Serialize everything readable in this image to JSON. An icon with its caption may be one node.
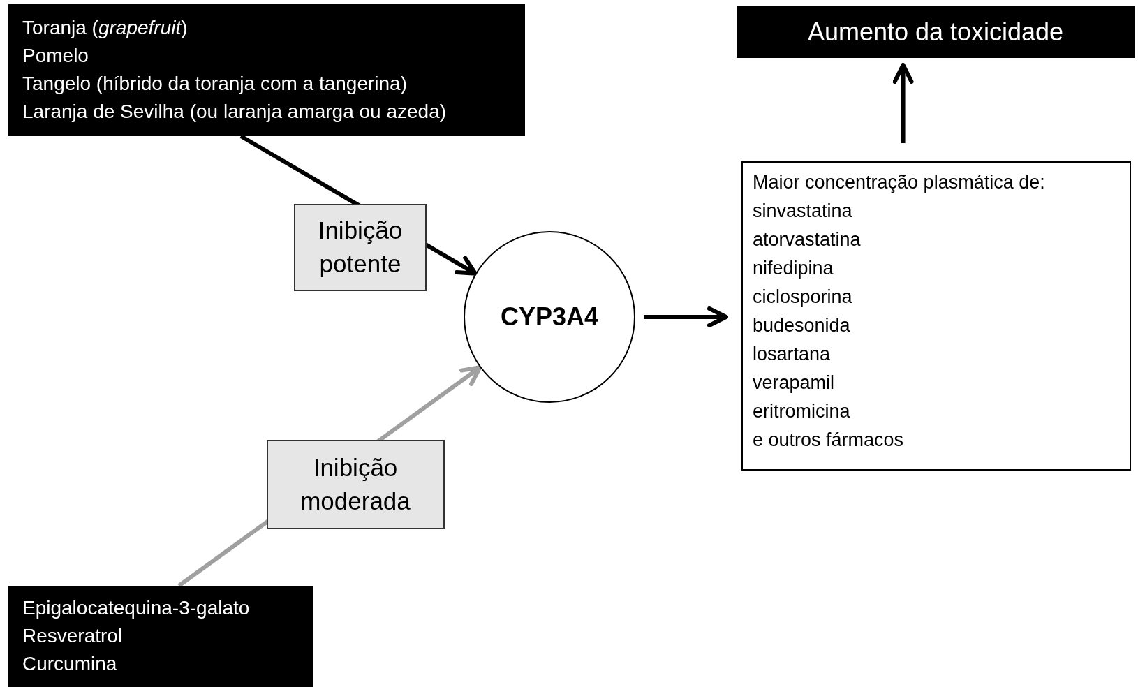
{
  "diagram": {
    "nodes": [
      {
        "text": [
          "Toranja (*grapefruit*)",
          "Pomelo",
          "Tangelo (híbrido da toranja com a tangerina)",
          "Laranja de Sevilha (ou laranja amarga ou azeda)"
        ]
      },
      {
        "text": [
          "Aumento da toxicidade"
        ]
      },
      {
        "text": [
          "CYP3A4"
        ]
      },
      {
        "text": [
          "Maior concentração plasmática de:",
          "sinvastatina",
          "atorvastatina",
          "nifedipina",
          "ciclosporina",
          "budesonida",
          "losartana",
          "verapamil",
          "eritromicina",
          "e outros fármacos"
        ]
      },
      {
        "text": [
          "Epigalocatequina-3-galato",
          "Resveratrol",
          "Curcumina"
        ]
      }
    ],
    "edges": [
      {
        "from": 0,
        "to": 2,
        "arrow": "to",
        "label": "Inibição potente"
      },
      {
        "from": 4,
        "to": 2,
        "arrow": "to",
        "label": "Inibição moderada",
        "color": "#a0a0a0"
      },
      {
        "from": 2,
        "to": 3,
        "arrow": "to"
      },
      {
        "from": 3,
        "to": 1,
        "arrow": "to"
      }
    ]
  }
}
